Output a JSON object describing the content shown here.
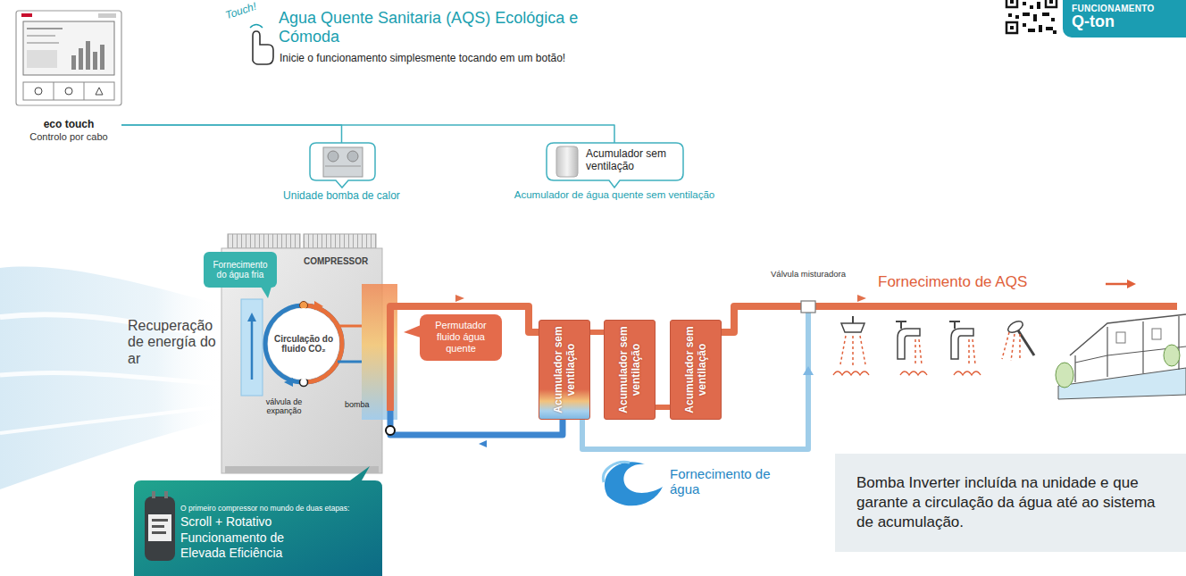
{
  "diagram": {
    "title": "Agua Quente Sanitaria (AQS) Ecológica e Cómoda",
    "nodes": [
      {
        "text": [
          "eco touch",
          "Controlo por cabo"
        ]
      },
      {
        "text": [
          "FUNCIONAMENTO",
          "Q-ton"
        ]
      },
      {
        "text": [
          "Unidade bomba de calor"
        ]
      },
      {
        "text": [
          "Acumulador sem ventilação",
          "Acumulador de água quente sem ventilação"
        ]
      },
      {
        "text": [
          "Fornecimento do água fria"
        ]
      },
      {
        "text": [
          "COMPRESSOR"
        ]
      },
      {
        "text": [
          "Circulação do fluido CO₂"
        ],
        "in": 5
      },
      {
        "text": [
          "Permutador fluido água quente"
        ]
      },
      {
        "text": [
          "Acumulador sem ventilação"
        ]
      },
      {
        "text": [
          "Acumulador sem ventilação"
        ]
      },
      {
        "text": [
          "Acumulador sem ventilação"
        ]
      },
      {
        "text": [
          "O primeiro compressor no mundo de duas etapas:",
          "Scroll + Rotativo",
          "Funcionamento de Elevada Eficiência"
        ]
      },
      {
        "text": [
          "Bomba Inverter incluída na unidade e que garante a circulação da água até ao sistema de acumulação."
        ]
      }
    ],
    "edges": [
      {
        "from": 0,
        "to": 2,
        "arrow": "none"
      },
      {
        "from": 0,
        "to": 3,
        "arrow": "none"
      },
      {
        "from": 8,
        "to": 9,
        "arrow": "none"
      },
      {
        "from": 9,
        "to": 10,
        "arrow": "none"
      }
    ],
    "labels": [
      "Touch!",
      "Inicie o funcionamento simplesmente tocando em um botão!",
      "Recuperação de energía do ar",
      "válvula de expanção",
      "bomba",
      "Válvula misturadora",
      "Fornecimento de AQS",
      "Fornecimento de água"
    ]
  }
}
